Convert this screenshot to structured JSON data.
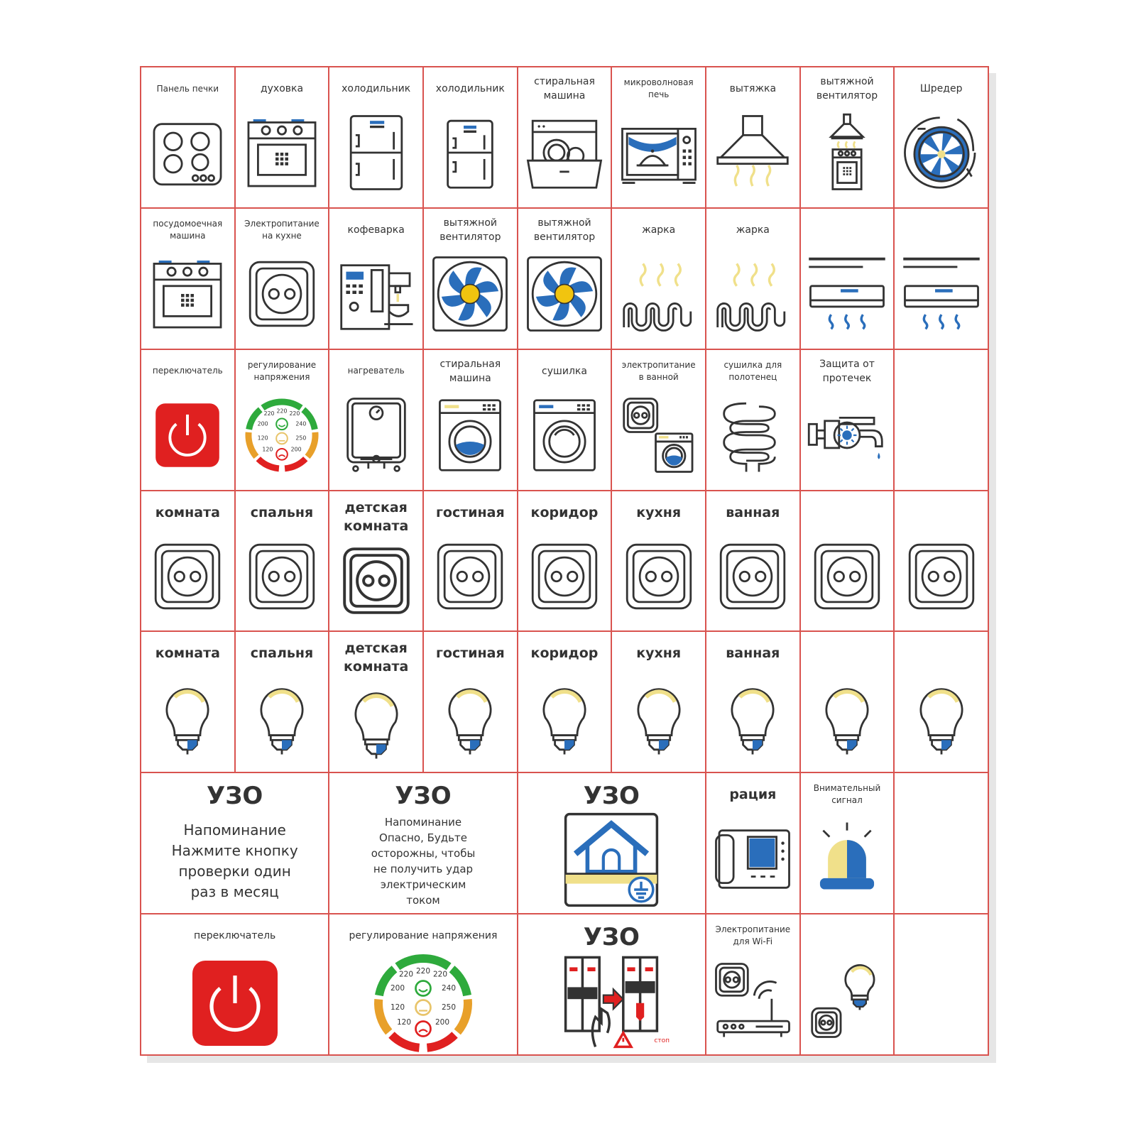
{
  "colors": {
    "grid": "#d9534f",
    "blue": "#2a6ebb",
    "yellow": "#f0e08a",
    "red": "#e02020",
    "dark": "#333333"
  },
  "cells": [
    {
      "label": "Панель печки",
      "icon": "cooktop-icon",
      "size": "small"
    },
    {
      "label": "духовка",
      "icon": "oven-icon"
    },
    {
      "label": "холодильник",
      "icon": "fridge-tall-icon"
    },
    {
      "label": "холодильник",
      "icon": "fridge-icon"
    },
    {
      "label": "стиральная\nмашина",
      "icon": "dishwasher-icon"
    },
    {
      "label": "микроволновая\nпечь",
      "icon": "microwave-icon",
      "size": "small"
    },
    {
      "label": "вытяжка",
      "icon": "range-hood-icon"
    },
    {
      "label": "вытяжной\nвентилятор",
      "icon": "hood-stove-icon"
    },
    {
      "label": "Шредер",
      "icon": "shredder-icon"
    },
    {
      "label": "посудомоечная\nмашина",
      "icon": "oven-icon",
      "size": "small"
    },
    {
      "label": "Электропитание\nна кухне",
      "icon": "socket-icon",
      "size": "small"
    },
    {
      "label": "кофеварка",
      "icon": "coffee-machine-icon"
    },
    {
      "label": "вытяжной\nвентилятор",
      "icon": "exhaust-fan-icon"
    },
    {
      "label": "вытяжной\nвентилятор",
      "icon": "exhaust-fan-icon"
    },
    {
      "label": "жарка",
      "icon": "heater-coil-icon"
    },
    {
      "label": "жарка",
      "icon": "heater-coil-icon"
    },
    {
      "label": "",
      "icon": "air-conditioner-icon"
    },
    {
      "label": "",
      "icon": "air-conditioner-icon"
    },
    {
      "label": "переключатель",
      "icon": "power-button-icon",
      "size": "small"
    },
    {
      "label": "регулирование\nнапряжения",
      "icon": "voltage-gauge-icon",
      "size": "small"
    },
    {
      "label": "нагреватель",
      "icon": "water-heater-icon",
      "size": "small"
    },
    {
      "label": "стиральная\nмашина",
      "icon": "washing-machine-icon"
    },
    {
      "label": "сушилка",
      "icon": "dryer-icon"
    },
    {
      "label": "электропитание\nв ванной",
      "icon": "socket-washer-icon",
      "size": "small"
    },
    {
      "label": "сушилка для\nполотенец",
      "icon": "towel-dryer-icon",
      "size": "small"
    },
    {
      "label": "Защита от\nпротечек",
      "icon": "leak-protection-icon"
    },
    {
      "label": "",
      "icon": ""
    },
    {
      "label": "комната",
      "icon": "socket-icon",
      "size": "big"
    },
    {
      "label": "спальня",
      "icon": "socket-icon",
      "size": "big"
    },
    {
      "label": "детская\nкомната",
      "icon": "socket-dark-icon",
      "size": "big"
    },
    {
      "label": "гостиная",
      "icon": "socket-icon",
      "size": "big"
    },
    {
      "label": "коридор",
      "icon": "socket-icon",
      "size": "big"
    },
    {
      "label": "кухня",
      "icon": "socket-icon",
      "size": "big"
    },
    {
      "label": "ванная",
      "icon": "socket-icon",
      "size": "big"
    },
    {
      "label": "",
      "icon": "socket-icon"
    },
    {
      "label": "",
      "icon": "socket-icon"
    },
    {
      "label": "комната",
      "icon": "light-bulb-icon",
      "size": "big"
    },
    {
      "label": "спальня",
      "icon": "light-bulb-icon",
      "size": "big"
    },
    {
      "label": "детская\nкомната",
      "icon": "light-bulb-icon",
      "size": "big"
    },
    {
      "label": "гостиная",
      "icon": "light-bulb-icon",
      "size": "big"
    },
    {
      "label": "коридор",
      "icon": "light-bulb-icon",
      "size": "big"
    },
    {
      "label": "кухня",
      "icon": "light-bulb-icon",
      "size": "big"
    },
    {
      "label": "ванная",
      "icon": "light-bulb-icon",
      "size": "big"
    },
    {
      "label": "",
      "icon": "light-bulb-icon"
    },
    {
      "label": "",
      "icon": "light-bulb-icon"
    }
  ],
  "uzo_row": {
    "reminder": {
      "title": "УЗО",
      "text": "Напоминание\nНажмите кнопку\nпроверки один\nраз в месяц"
    },
    "danger": {
      "title": "УЗО",
      "text": "Напоминание\nОпасно, Будьте\nосторожны, чтобы\nне получить удар\nэлектрическим\nтоком"
    },
    "ground": {
      "title": "УЗО",
      "icon": "house-ground-icon"
    },
    "intercom": {
      "label": "рация",
      "icon": "intercom-icon"
    },
    "alarm": {
      "label": "Внимательный\nсигнал",
      "icon": "alarm-beacon-icon"
    }
  },
  "last_row": {
    "switch": {
      "label": "переключатель",
      "icon": "power-button-icon"
    },
    "voltage": {
      "label": "регулирование напряжения",
      "icon": "voltage-gauge-icon"
    },
    "breaker": {
      "title": "УЗО",
      "icon": "breaker-test-icon",
      "warn": "стоп"
    },
    "wifi": {
      "label": "Электропитание\nдля Wi-Fi",
      "icon": "wifi-socket-icon"
    },
    "bulb_socket": {
      "label": "",
      "icon": "bulb-socket-icon"
    }
  },
  "gauge": {
    "values": [
      "220",
      "220",
      "220",
      "200",
      "240",
      "120",
      "250",
      "120",
      "200"
    ]
  }
}
